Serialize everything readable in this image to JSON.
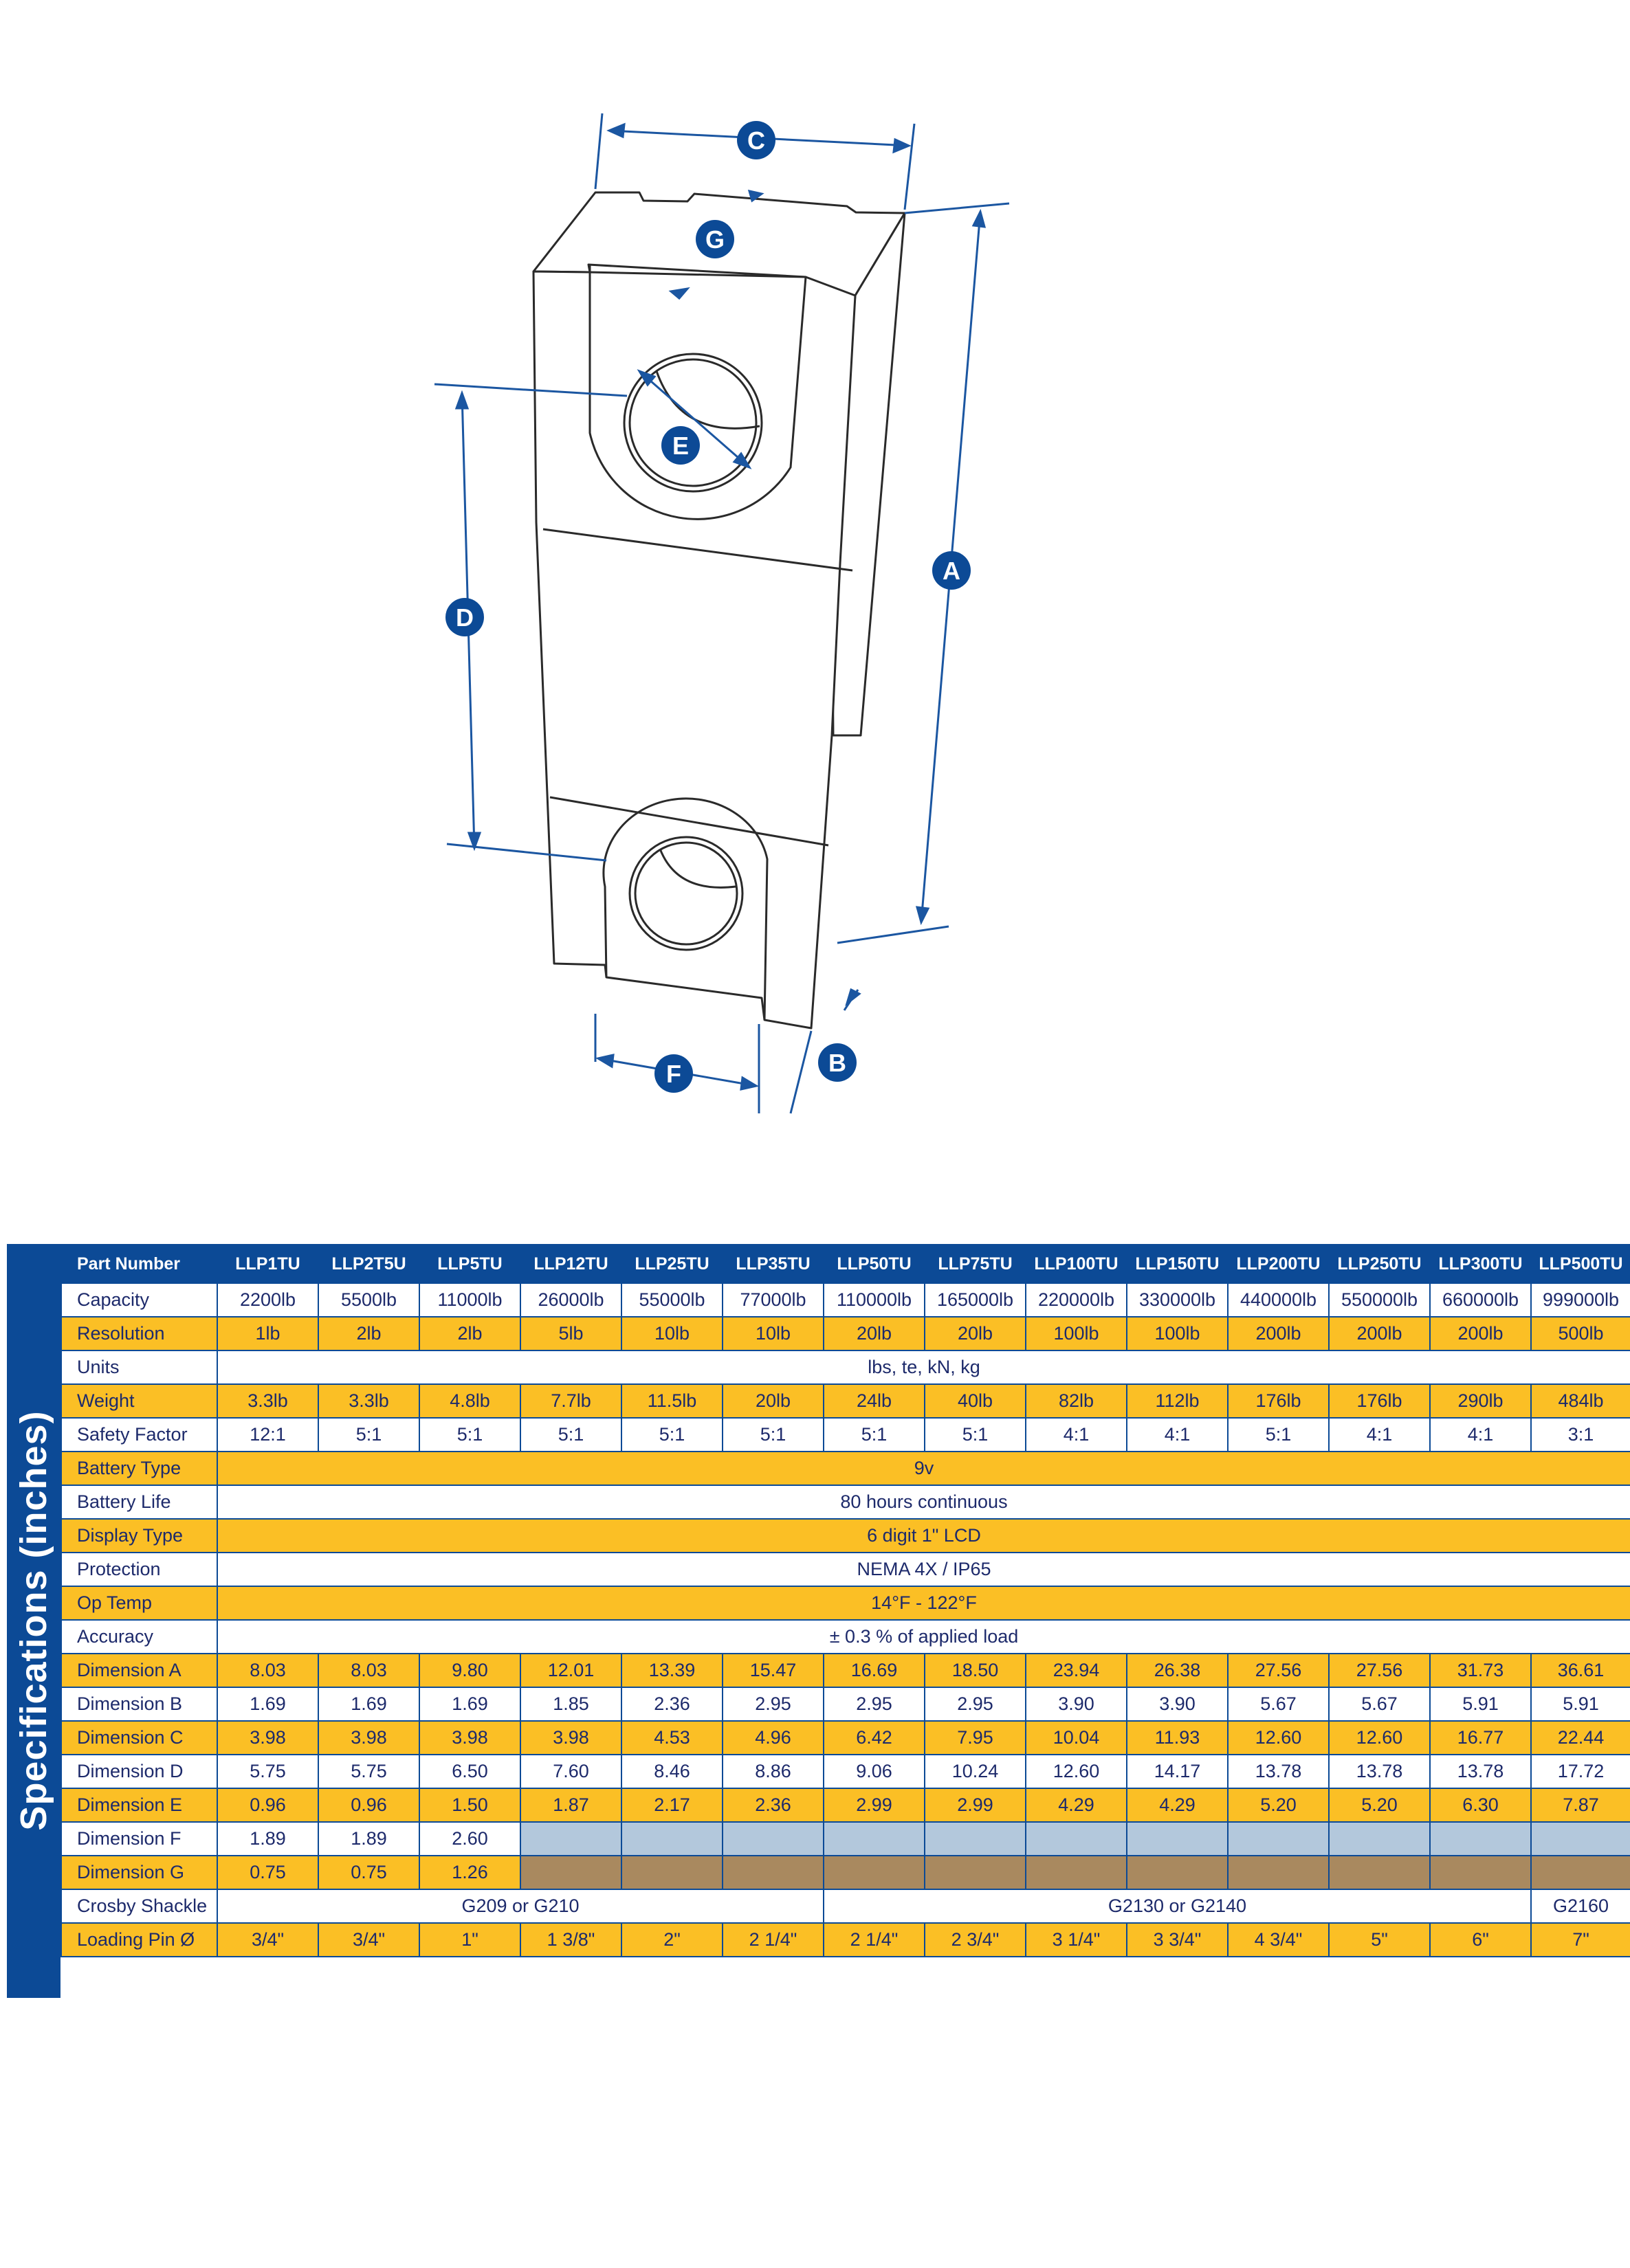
{
  "diagram": {
    "labels": {
      "A": "A",
      "B": "B",
      "C": "C",
      "D": "D",
      "E": "E",
      "F": "F",
      "G": "G"
    }
  },
  "side_title": "Specifications (inches)",
  "colors": {
    "brand_blue": "#0c4a96",
    "row_yellow": "#fbbf25",
    "na_blue": "#b3c8dc",
    "na_brown": "#a9895f"
  },
  "table": {
    "header_label": "Part Number",
    "models": [
      "LLP1TU",
      "LLP2T5U",
      "LLP5TU",
      "LLP12TU",
      "LLP25TU",
      "LLP35TU",
      "LLP50TU",
      "LLP75TU",
      "LLP100TU",
      "LLP150TU",
      "LLP200TU",
      "LLP250TU",
      "LLP300TU",
      "LLP500TU"
    ],
    "rows": [
      {
        "label": "Capacity",
        "values": [
          "2200lb",
          "5500lb",
          "11000lb",
          "26000lb",
          "55000lb",
          "77000lb",
          "110000lb",
          "165000lb",
          "220000lb",
          "330000lb",
          "440000lb",
          "550000lb",
          "660000lb",
          "999000lb"
        ]
      },
      {
        "label": "Resolution",
        "values": [
          "1lb",
          "2lb",
          "2lb",
          "5lb",
          "10lb",
          "10lb",
          "20lb",
          "20lb",
          "100lb",
          "100lb",
          "200lb",
          "200lb",
          "200lb",
          "500lb"
        ]
      },
      {
        "label": "Units",
        "value": "lbs, te, kN, kg"
      },
      {
        "label": "Weight",
        "values": [
          "3.3lb",
          "3.3lb",
          "4.8lb",
          "7.7lb",
          "11.5lb",
          "20lb",
          "24lb",
          "40lb",
          "82lb",
          "112lb",
          "176lb",
          "176lb",
          "290lb",
          "484lb"
        ]
      },
      {
        "label": "Safety Factor",
        "values": [
          "12:1",
          "5:1",
          "5:1",
          "5:1",
          "5:1",
          "5:1",
          "5:1",
          "5:1",
          "4:1",
          "4:1",
          "5:1",
          "4:1",
          "4:1",
          "3:1"
        ]
      },
      {
        "label": "Battery Type",
        "value": "9v"
      },
      {
        "label": "Battery Life",
        "value": "80 hours continuous"
      },
      {
        "label": "Display Type",
        "value": "6 digit 1\" LCD"
      },
      {
        "label": "Protection",
        "value": "NEMA 4X / IP65"
      },
      {
        "label": "Op Temp",
        "value": "14°F - 122°F"
      },
      {
        "label": "Accuracy",
        "value": "± 0.3 % of applied load"
      },
      {
        "label": "Dimension A",
        "values": [
          "8.03",
          "8.03",
          "9.80",
          "12.01",
          "13.39",
          "15.47",
          "16.69",
          "18.50",
          "23.94",
          "26.38",
          "27.56",
          "27.56",
          "31.73",
          "36.61"
        ]
      },
      {
        "label": "Dimension B",
        "values": [
          "1.69",
          "1.69",
          "1.69",
          "1.85",
          "2.36",
          "2.95",
          "2.95",
          "2.95",
          "3.90",
          "3.90",
          "5.67",
          "5.67",
          "5.91",
          "5.91"
        ]
      },
      {
        "label": "Dimension C",
        "values": [
          "3.98",
          "3.98",
          "3.98",
          "3.98",
          "4.53",
          "4.96",
          "6.42",
          "7.95",
          "10.04",
          "11.93",
          "12.60",
          "12.60",
          "16.77",
          "22.44"
        ]
      },
      {
        "label": "Dimension D",
        "values": [
          "5.75",
          "5.75",
          "6.50",
          "7.60",
          "8.46",
          "8.86",
          "9.06",
          "10.24",
          "12.60",
          "14.17",
          "13.78",
          "13.78",
          "13.78",
          "17.72"
        ]
      },
      {
        "label": "Dimension E",
        "values": [
          "0.96",
          "0.96",
          "1.50",
          "1.87",
          "2.17",
          "2.36",
          "2.99",
          "2.99",
          "4.29",
          "4.29",
          "5.20",
          "5.20",
          "6.30",
          "7.87"
        ]
      },
      {
        "label": "Dimension F",
        "values": [
          "1.89",
          "1.89",
          "2.60"
        ]
      },
      {
        "label": "Dimension G",
        "values": [
          "0.75",
          "0.75",
          "1.26"
        ]
      },
      {
        "label": "Crosby Shackle",
        "groups": [
          {
            "text": "G209 or G210",
            "span": 6
          },
          {
            "text": "G2130 or G2140",
            "span": 7
          },
          {
            "text": "G2160",
            "span": 1
          }
        ]
      },
      {
        "label": "Loading Pin Ø",
        "values": [
          "3/4\"",
          "3/4\"",
          "1\"",
          "1 3/8\"",
          "2\"",
          "2 1/4\"",
          "2 1/4\"",
          "2 3/4\"",
          "3 1/4\"",
          "3 3/4\"",
          "4 3/4\"",
          "5\"",
          "6\"",
          "7\""
        ]
      }
    ]
  }
}
